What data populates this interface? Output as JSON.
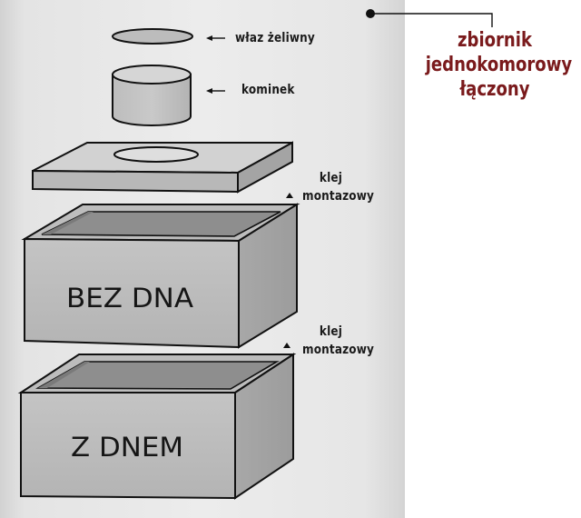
{
  "title": {
    "lines": [
      "zbiornik",
      "jednokomorowy",
      "łączony"
    ],
    "color": "#7a1a1c"
  },
  "labels": {
    "hatch": "właz żeliwny",
    "chimney": "kominek",
    "glue_top": [
      "klej",
      "montazowy"
    ],
    "glue_bottom": [
      "klej",
      "montazowy"
    ]
  },
  "modules": {
    "upper": "BEZ DNA",
    "lower": "Z DNEM"
  }
}
